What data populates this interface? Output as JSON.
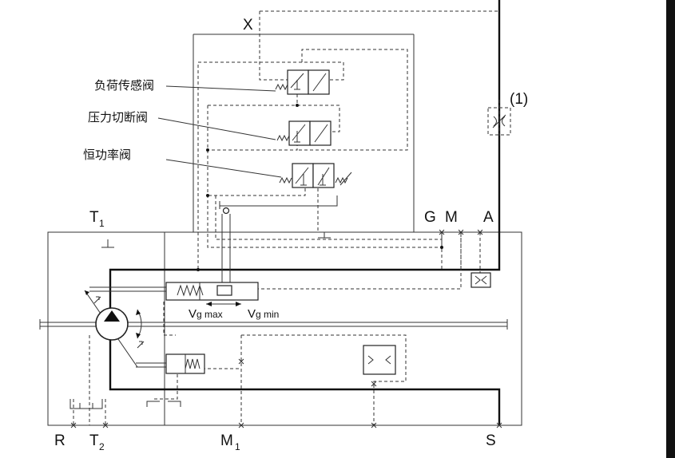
{
  "labels": {
    "x_port": "X",
    "note_1": "(1)",
    "valve_load_sensing": "负荷传感阀",
    "valve_pressure_cutoff": "压力切断阀",
    "valve_constant_power": "恒功率阀",
    "t1_main": "T",
    "t1_sub": "1",
    "port_g": "G",
    "port_m": "M",
    "port_a": "A",
    "vg_max_main": "V",
    "vg_max_sub": "g max",
    "vg_min_main": "V",
    "vg_min_sub": "g min",
    "port_r": "R",
    "t2_main": "T",
    "t2_sub": "2",
    "m1_main": "M",
    "m1_sub": "1",
    "port_s": "S"
  }
}
